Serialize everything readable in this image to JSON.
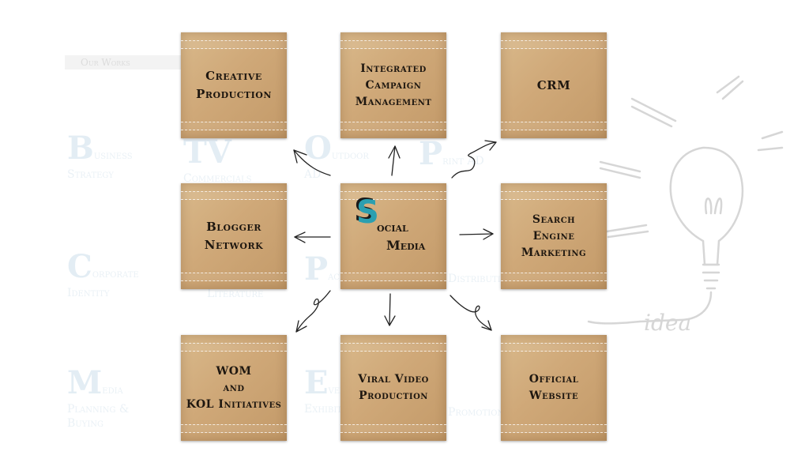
{
  "background": {
    "menu_tag": "Our Works",
    "faded_items": [
      {
        "initial": "B",
        "text": "usiness\nStrategy"
      },
      {
        "initial": "TV",
        "text": "Commercials"
      },
      {
        "initial": "O",
        "text": "utdoor\nAD"
      },
      {
        "initial": "P",
        "text": "rint AD"
      },
      {
        "initial": "C",
        "text": "orporate\nIdentity"
      },
      {
        "initial": "",
        "text": "Literature"
      },
      {
        "initial": "P",
        "text": "ackaging"
      },
      {
        "initial": "",
        "text": "Distribution"
      },
      {
        "initial": "M",
        "text": "edia\nPlanning &\nBuying"
      },
      {
        "initial": "E",
        "text": "vent &\nExhibition"
      },
      {
        "initial": "",
        "text": "Promotion"
      }
    ],
    "doodle_text": "idea",
    "doodle_colors": {
      "ink": "#d6d6d6"
    }
  },
  "diagram": {
    "colors": {
      "tile": "#cfa878",
      "text": "#1e1710",
      "logo": "#2b9fb0",
      "arrow": "#222222"
    },
    "center": {
      "logo_letter": "S",
      "line1": "ocial",
      "line2": "Media"
    },
    "nodes": [
      {
        "id": "creative-production",
        "label": "Creative\nProduction"
      },
      {
        "id": "integrated-campaign-management",
        "label": "Integrated\nCampaign\nManagement"
      },
      {
        "id": "crm",
        "label": "CRM"
      },
      {
        "id": "blogger-network",
        "label": "Blogger\nNetwork"
      },
      {
        "id": "search-engine-marketing",
        "label": "Search\nEngine\nMarketing"
      },
      {
        "id": "wom-kol",
        "label": "WOM\nand\nKOL Initiatives"
      },
      {
        "id": "viral-video-production",
        "label": "Viral Video\nProduction"
      },
      {
        "id": "official-website",
        "label": "Official\nWebsite"
      }
    ]
  }
}
